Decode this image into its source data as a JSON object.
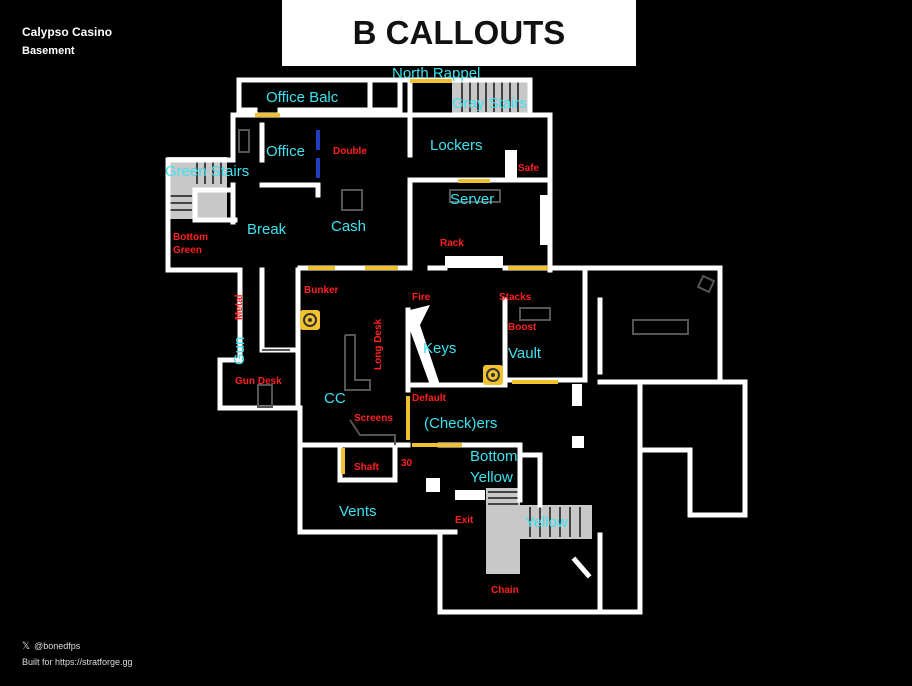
{
  "header": {
    "map_name": "Calypso Casino",
    "floor": "Basement"
  },
  "title": "B CALLOUTS",
  "footer": {
    "handle": "@bonedfps",
    "built_for": "Built for https://stratforge.gg"
  },
  "icons": {
    "x_logo": "x-logo-icon",
    "camera": "camera-icon"
  },
  "colors": {
    "background": "#000000",
    "walls": "#ffffff",
    "primary_label": "#3de1f0",
    "secondary_label": "#ff2020",
    "door": "#f2c12e",
    "window": "#1f3fbf"
  },
  "callouts": {
    "north_rappel": "North Rappel",
    "office_balc": "Office Balc",
    "gray_stairs": "Gray Stairs",
    "office": "Office",
    "double": "Double",
    "lockers": "Lockers",
    "safe": "Safe",
    "green_stairs": "Green Stairs",
    "server": "Server",
    "break": "Break",
    "cash": "Cash",
    "bottom_green": "Bottom Green",
    "rack": "Rack",
    "metal": "Metal",
    "bunker": "Bunker",
    "fire": "Fire",
    "stacks": "Stacks",
    "long_desk": "Long Desk",
    "boost": "Boost",
    "keys": "Keys",
    "vault": "Vault",
    "gun": "Gun",
    "gun_desk": "Gun Desk",
    "cc": "CC",
    "default": "Default",
    "screens": "Screens",
    "checkers": "(Check)ers",
    "bottom_yellow": "Bottom Yellow",
    "shaft": "Shaft",
    "thirty": "30",
    "vents": "Vents",
    "exit": "Exit",
    "yellow": "Yellow",
    "chain": "Chain"
  }
}
